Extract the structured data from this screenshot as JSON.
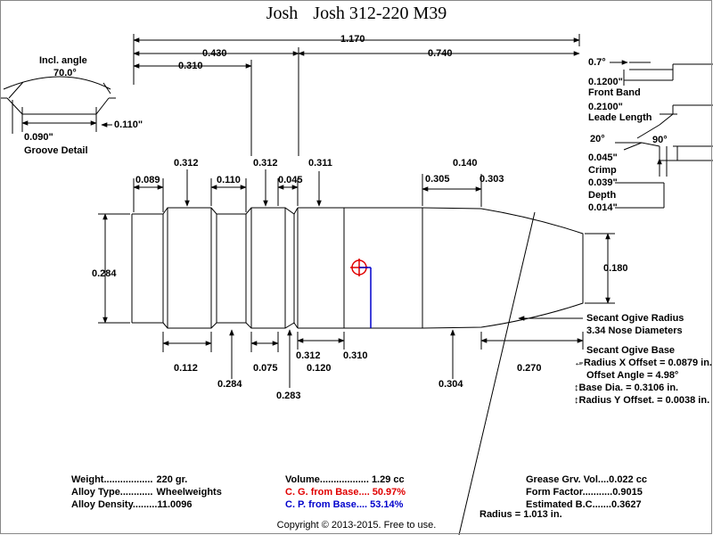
{
  "title": {
    "part1": "Josh",
    "part2": "Josh 312-220 M39"
  },
  "top_dims": {
    "overall": "1.170",
    "a": "0.430",
    "b": "0.740",
    "c": "0.310"
  },
  "groove_detail": {
    "incl_label": "Incl. angle",
    "incl_value": "70.0°",
    "width": "0.090\"",
    "offset": "0.110\"",
    "caption": "Groove Detail"
  },
  "right_detail": {
    "band_angle": "0.7°",
    "front_band_value": "0.1200\"",
    "front_band_label": "Front Band",
    "leade_value": "0.2100\"",
    "leade_label": "Leade Length",
    "angle_20": "20°",
    "angle_90": "90°",
    "crimp_value": "0.045\"",
    "crimp_label": "Crimp",
    "crimp2_value": "0.039\"",
    "depth_label": "Depth",
    "depth_value": "0.014\""
  },
  "upper_dims": {
    "d0312a": "0.312",
    "d0312b": "0.312",
    "d0311": "0.311",
    "d0140": "0.140",
    "d0089": "0.089",
    "d0110": "0.110",
    "d0045": "0.045",
    "d0305": "0.305",
    "d0303": "0.303"
  },
  "side_dims": {
    "base_dia": "0.284",
    "meplat": "0.180"
  },
  "lower_dims": {
    "d0112": "0.112",
    "d0284": "0.284",
    "d0075": "0.075",
    "d0283": "0.283",
    "d0312": "0.312",
    "d0120": "0.120",
    "d0310": "0.310",
    "d0304": "0.304",
    "d0270": "0.270"
  },
  "ogive": {
    "radius_label": "Secant Ogive Radius",
    "nose_diameters": "3.34  Nose Diameters",
    "base_title": "Secant Ogive Base",
    "radius_x": "Radius X Offset = 0.0879 in.",
    "offset_angle": "Offset Angle = 4.98°",
    "base_dia": "Base Dia. = 0.3106 in.",
    "radius_y": "Radius Y Offset. = 0.0038 in.",
    "radius": "Radius = 1.013 in."
  },
  "stats_left": [
    {
      "k": "Weight..................",
      "v": "220 gr."
    },
    {
      "k": "Alloy Type............",
      "v": "Wheelweights"
    },
    {
      "k": "Alloy Density.........",
      "v": "11.0096"
    }
  ],
  "stats_mid": [
    {
      "k": "Volume..................",
      "v": "1.29 cc"
    },
    {
      "k": "C. G. from Base....",
      "v": "50.97%"
    },
    {
      "k": "C. P. from Base....",
      "v": "53.14%"
    }
  ],
  "stats_right": [
    {
      "k": "Grease Grv. Vol....",
      "v": "0.022 cc"
    },
    {
      "k": "Form Factor...........",
      "v": "0.9015"
    },
    {
      "k": "Estimated B.C.......",
      "v": "0.3627"
    }
  ],
  "copyright": "Copyright © 2013-2015. Free to use.",
  "colors": {
    "cg": "#e00000",
    "cp": "#0000cc",
    "frame": "#888888"
  }
}
